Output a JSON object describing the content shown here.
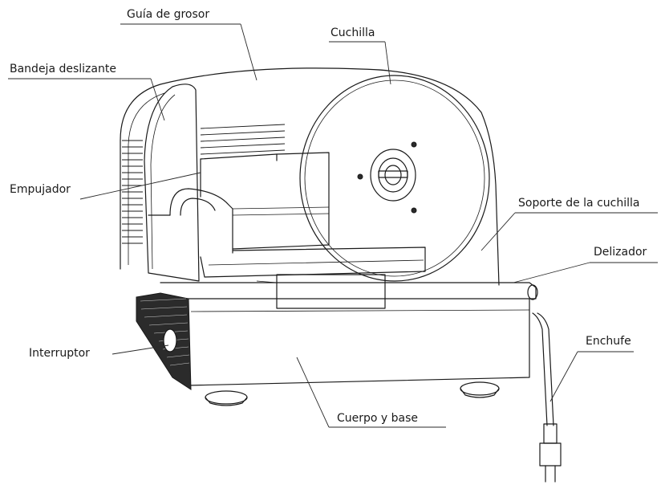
{
  "labels": {
    "thickness_guide": "Guía de grosor",
    "blade": "Cuchilla",
    "sliding_tray": "Bandeja deslizante",
    "pusher": "Empujador",
    "blade_support": "Soporte de la cuchilla",
    "slider": "Delizador",
    "switch": "Interruptor",
    "plug": "Enchufe",
    "body_and_base": "Cuerpo y base"
  }
}
